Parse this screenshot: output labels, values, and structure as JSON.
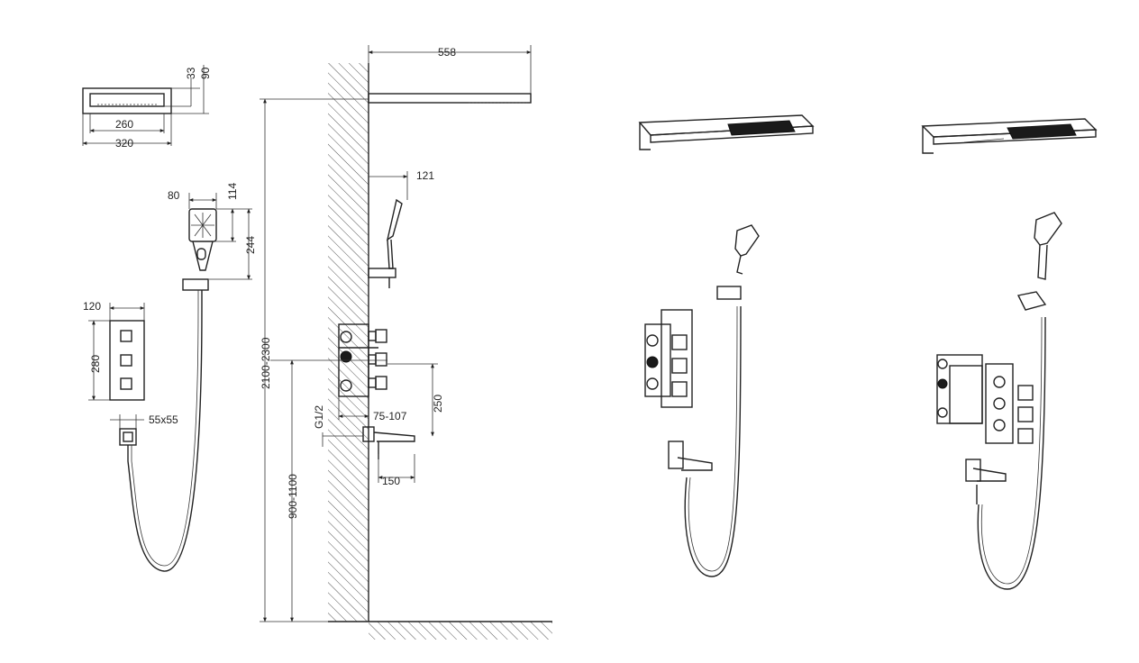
{
  "dimensions": {
    "head_depth_33": "33",
    "head_height_90": "90",
    "head_inner_260": "260",
    "head_width_320": "320",
    "hand_width_80": "80",
    "hand_face_114": "114",
    "hand_length_244": "244",
    "panel_width_120": "120",
    "panel_height_280": "280",
    "elbow_size": "55x55",
    "arm_length_558": "558",
    "hand_offset_121": "121",
    "mount_height_2100": "2100-2300",
    "valve_height_900": "900-1100",
    "thread_g12": "G1/2",
    "valve_depth": "75-107",
    "spout_gap_250": "250",
    "spout_length_150": "150"
  }
}
